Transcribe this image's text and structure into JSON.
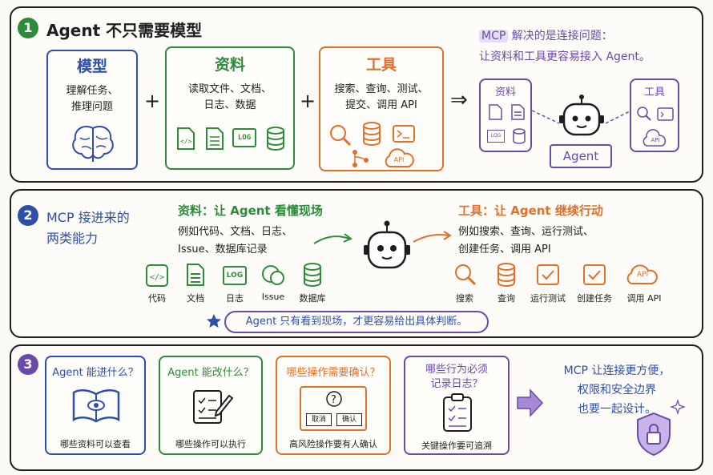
{
  "colors": {
    "green": "#2e8b3a",
    "blue": "#2f4ea8",
    "orange": "#e0702a",
    "purple": "#6a4aa8",
    "dark": "#1e1e1e"
  },
  "s1": {
    "num": "1",
    "title": "Agent 不只需要模型",
    "model": {
      "title": "模型",
      "line1": "理解任务、",
      "line2": "推理问题"
    },
    "plus": "+",
    "data": {
      "title": "资料",
      "line1": "读取文件、文档、",
      "line2": "日志、数据",
      "log": "LOG"
    },
    "tools": {
      "title": "工具",
      "line1": "搜索、查询、测试、",
      "line2": "提交、调用 API",
      "api": "API"
    },
    "implies": "⇒",
    "mcp_prefix": "MCP",
    "mcp_rest": " 解决的是连接问题：",
    "mcp_line2": "让资料和工具更容易接入 Agent。",
    "mini_data_title": "资料",
    "mini_tools_title": "工具",
    "mini_log": "LOG",
    "mini_api": "API",
    "agent_label": "Agent"
  },
  "s2": {
    "num": "2",
    "title1": "MCP 接进来的",
    "title2": "两类能力",
    "left_title": "资料：让 Agent 看懂现场",
    "left_line1": "例如代码、文档、日志、",
    "left_line2": "Issue、数据库记录",
    "left_icons": [
      "代码",
      "文档",
      "日志",
      "Issue",
      "数据库"
    ],
    "log": "LOG",
    "right_title": "工具：让 Agent 继续行动",
    "right_line1": "例如搜索、查询、运行测试、",
    "right_line2": "创建任务、调用 API",
    "right_icons": [
      "搜索",
      "查询",
      "运行测试",
      "创建任务",
      "调用 API"
    ],
    "api": "API",
    "note": "Agent 只有看到现场，才更容易给出具体判断。"
  },
  "s3": {
    "num": "3",
    "q1": {
      "title": "Agent 能进什么？",
      "caption": "哪些资料可以查看"
    },
    "q2": {
      "title": "Agent 能改什么？",
      "caption": "哪些操作可以执行"
    },
    "q3": {
      "title": "哪些操作需要确认？",
      "caption": "高风险操作要有人确认",
      "cancel": "取消",
      "confirm": "确认"
    },
    "q4": {
      "title1": "哪些行为必须",
      "title2": "记录日志？",
      "caption": "关键操作要可追溯"
    },
    "final1": "MCP 让连接更方便，",
    "final2": "权限和安全边界",
    "final3": "也要一起设计。"
  }
}
